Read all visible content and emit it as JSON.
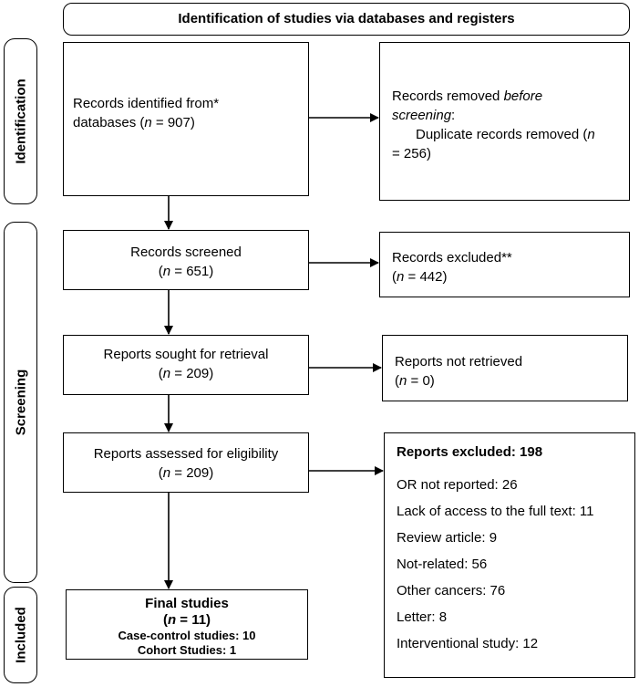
{
  "header": "Identification of studies via databases and registers",
  "phases": {
    "identification": "Identification",
    "screening": "Screening",
    "included": "Included"
  },
  "n_label": "n",
  "identified": {
    "line1": "Records identified from*",
    "line2_pre": "databases (",
    "line2_post": " = 907)"
  },
  "removed": {
    "line1": "Records removed ",
    "line1_italic": "before",
    "line2_italic": "screening",
    "line2_post": ":",
    "line3": "Duplicate records removed (",
    "line4": " = 256)"
  },
  "screened": {
    "line1": "Records screened",
    "count": " = 651)"
  },
  "excluded": {
    "line1": "Records excluded**",
    "count": " = 442)"
  },
  "sought": {
    "line1": "Reports sought for retrieval",
    "count": " = 209)"
  },
  "not_retrieved": {
    "line1": "Reports not retrieved",
    "count": " = 0)"
  },
  "assessed": {
    "line1": "Reports assessed for eligibility",
    "count": " = 209)"
  },
  "reports_excluded": {
    "title": "Reports excluded: 198",
    "items": [
      "OR not reported: 26",
      "Lack of access to the full text:  11",
      "Review article: 9",
      "Not-related: 56",
      "Other cancers:  76",
      "Letter: 8",
      "Interventional study: 12"
    ]
  },
  "final": {
    "title": "Final studies",
    "count": " = 11)",
    "line3": "Case-control studies: 10",
    "line4": "Cohort Studies: 1"
  }
}
